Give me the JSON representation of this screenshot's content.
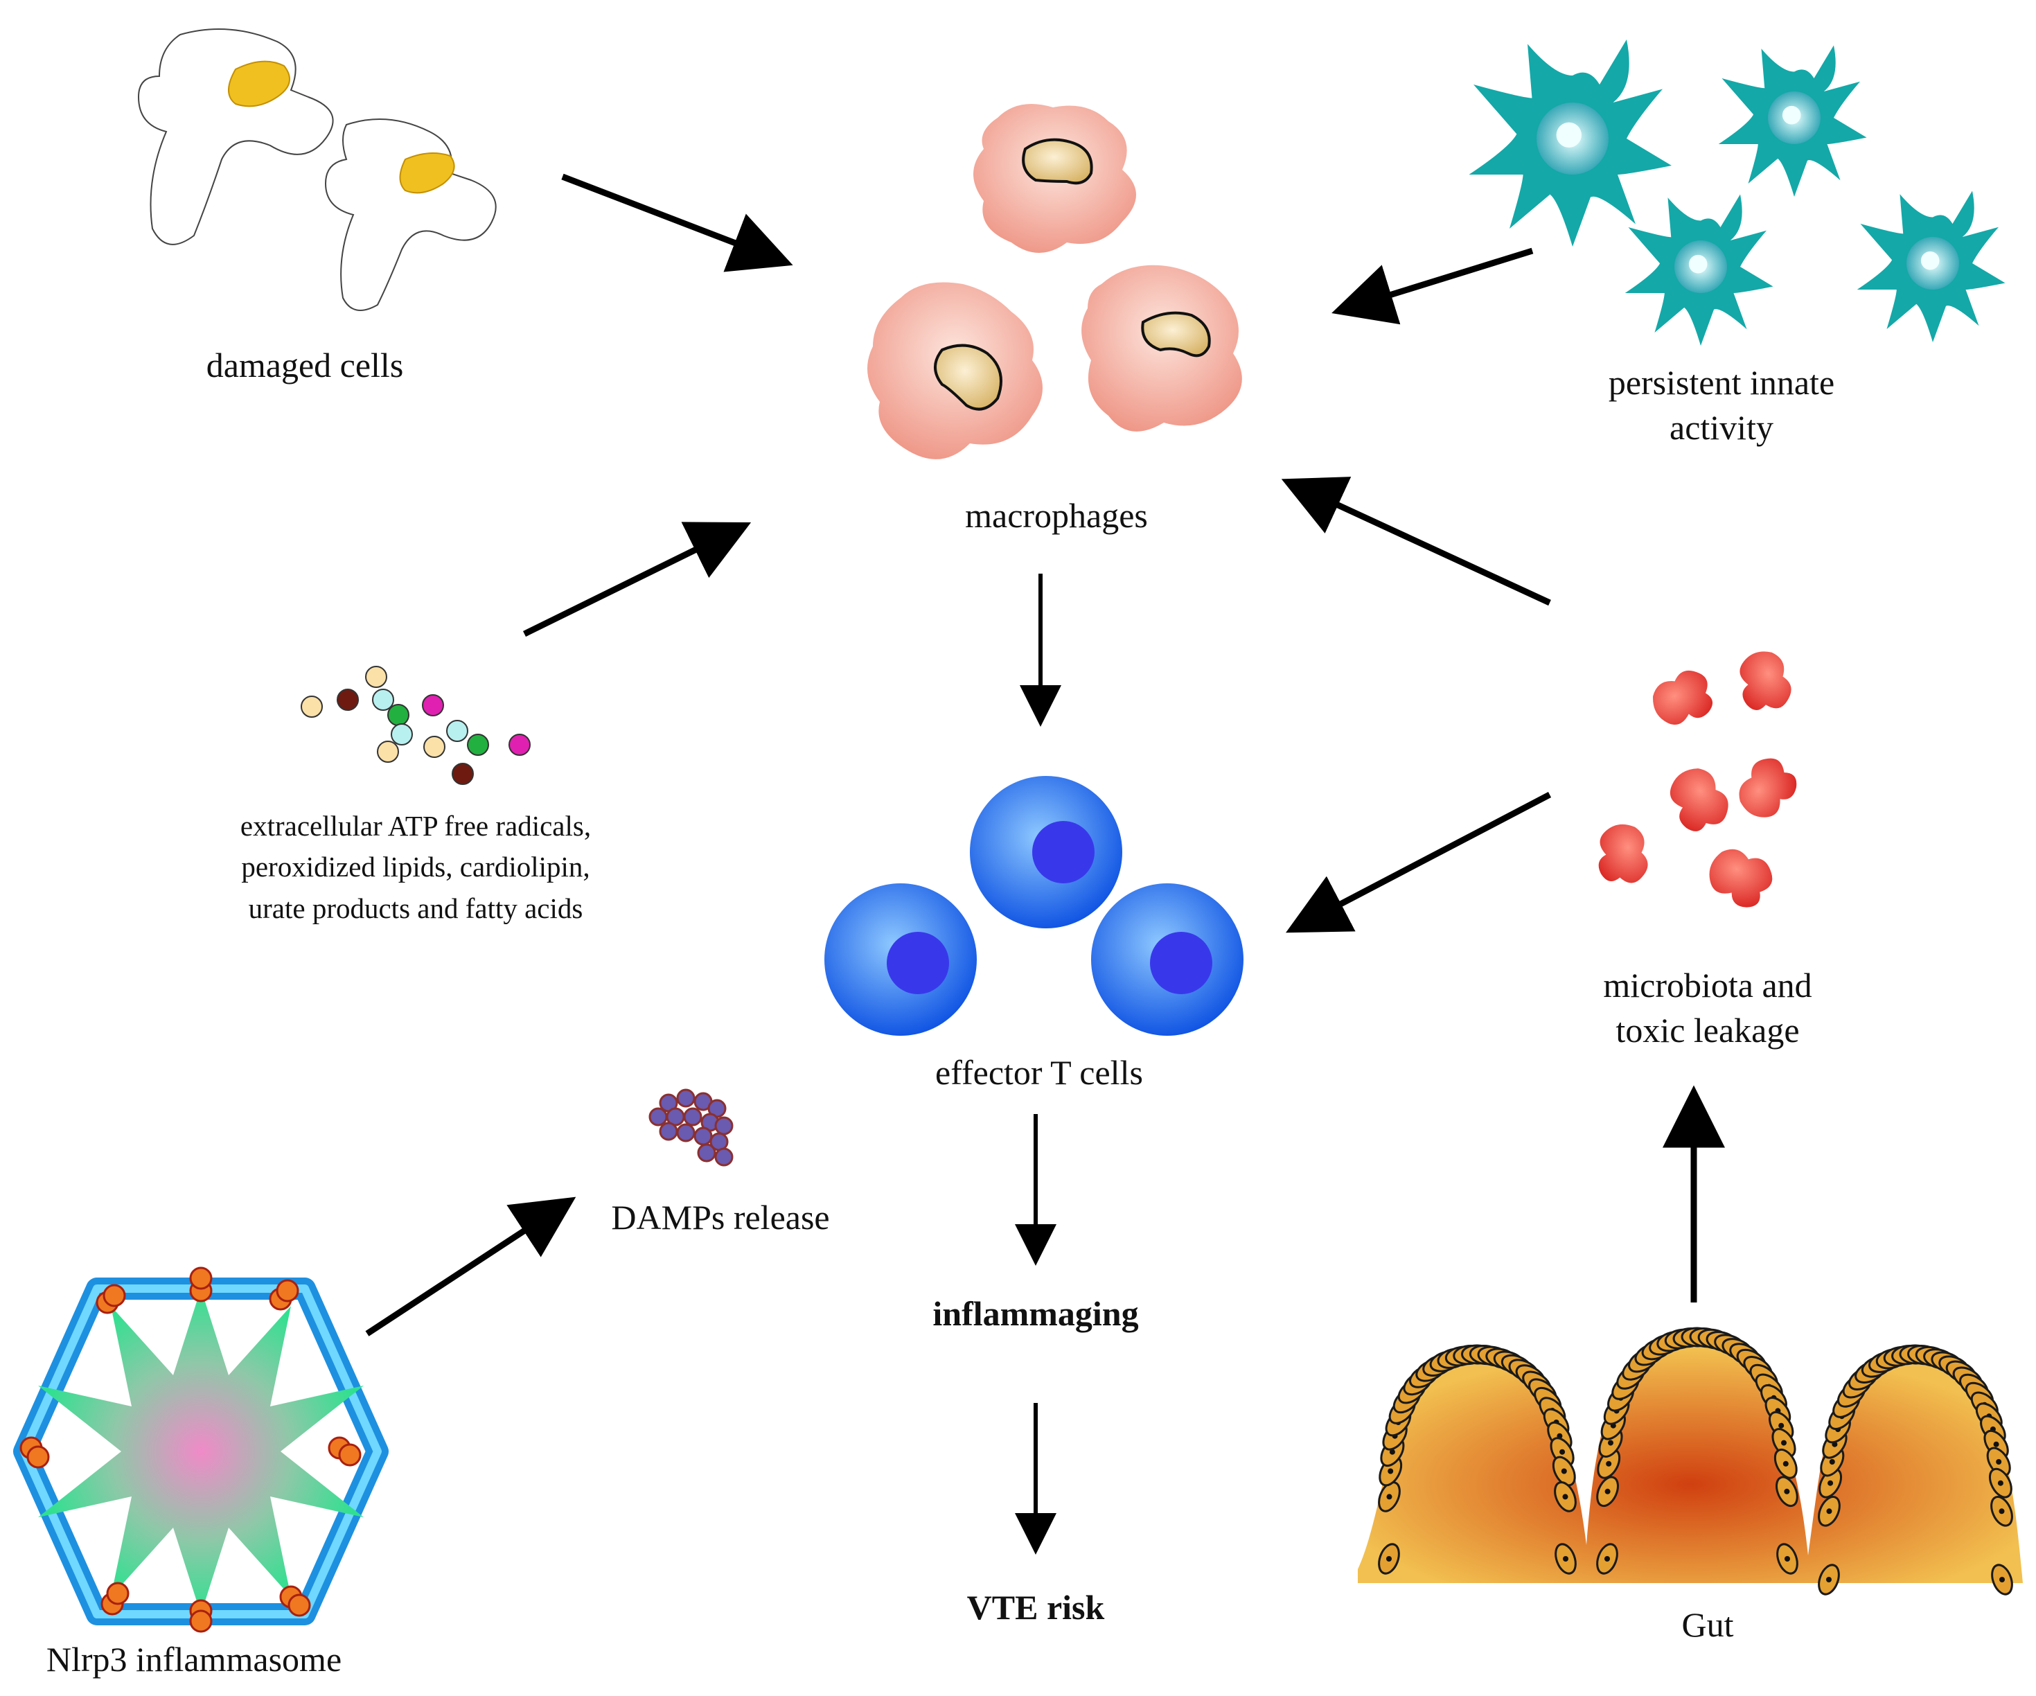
{
  "labels": {
    "damaged_cells": "damaged cells",
    "macrophages": "macrophages",
    "persistent_innate_activity": [
      "persistent innate",
      "activity"
    ],
    "extracellular_molecules": [
      "extracellular ATP free radicals,",
      "peroxidized lipids, cardiolipin,",
      "urate products and fatty acids"
    ],
    "effector_t_cells": "effector T cells",
    "microbiota_toxic_leakage": [
      "microbiota and",
      "toxic leakage"
    ],
    "damps_release": "DAMPs release",
    "inflammaging": "inflammaging",
    "vte_risk": "VTE risk",
    "nlrp3_inflammasome": "Nlrp3 inflammasome",
    "gut": "Gut"
  },
  "colors": {
    "arrow": "#000000",
    "damaged_cell_nucleus": "#f0c020",
    "macrophage": "#f2a898",
    "macrophage_nucleus": "#d9b870",
    "dendritic_cell": "#14a8a8",
    "t_cell": "#1a5ee8",
    "t_cell_nucleus": "#3840e8",
    "bacteria": "#e8403c",
    "damps": "#6a5ab0",
    "inflammasome_ring": "#1e90e0",
    "inflammasome_star": "#2fd890",
    "inflammasome_core": "#e890c0",
    "inflammasome_dots": "#f07820",
    "gut_villus": "#e8b040",
    "gut_epithelium": "#d48c1c"
  }
}
